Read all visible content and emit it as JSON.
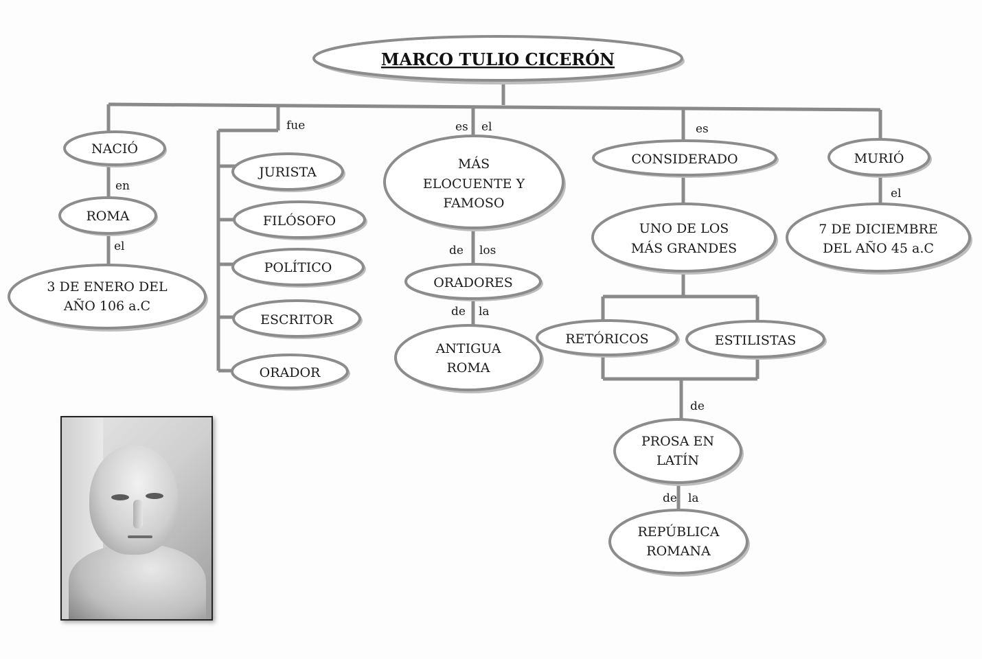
{
  "title": "MARCO TULIO CICERÓN",
  "branches": {
    "nacio": {
      "label": "NACIÓ",
      "connector1": "en",
      "place": "ROMA",
      "connector2": "el",
      "date_line1": "3 DE ENERO DEL",
      "date_line2": "AÑO 106 a.C"
    },
    "fue": {
      "connector": "fue",
      "items": [
        "JURISTA",
        "FILÓSOFO",
        "POLÍTICO",
        "ESCRITOR",
        "ORADOR"
      ]
    },
    "es_el": {
      "connector_a": "es",
      "connector_b": "el",
      "node_line1": "MÁS",
      "node_line2": "ELOCUENTE Y",
      "node_line3": "FAMOSO",
      "connector2_a": "de",
      "connector2_b": "los",
      "oradores": "ORADORES",
      "connector3_a": "de",
      "connector3_b": "la",
      "roma_line1": "ANTIGUA",
      "roma_line2": "ROMA"
    },
    "es": {
      "connector": "es",
      "considerado": "CONSIDERADO",
      "uno_line1": "UNO DE LOS",
      "uno_line2": "MÁS GRANDES",
      "retoricos": "RETÓRICOS",
      "estilistas": "ESTILISTAS",
      "connector2": "de",
      "prosa_line1": "PROSA EN",
      "prosa_line2": "LATÍN",
      "connector3_a": "de",
      "connector3_b": "la",
      "republica_line1": "REPÚBLICA",
      "republica_line2": "ROMANA"
    },
    "murio": {
      "label": "MURIÓ",
      "connector": "el",
      "date_line1": "7 DE DICIEMBRE",
      "date_line2": "DEL AÑO 45 a.C"
    }
  }
}
